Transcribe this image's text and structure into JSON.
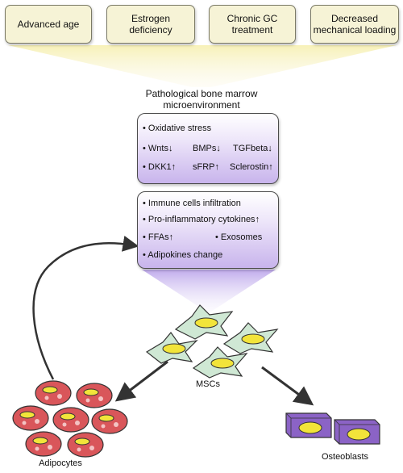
{
  "factors": [
    {
      "id": "age",
      "label": "Advanced age"
    },
    {
      "id": "estrogen",
      "label": "Estrogen\ndeficiency"
    },
    {
      "id": "gc",
      "label": "Chronic GC\ntreatment"
    },
    {
      "id": "loading",
      "label": "Decreased\nmechanical loading"
    }
  ],
  "microenvironment_title": "Pathological bone marrow\nmicroenvironment",
  "panel1": {
    "oxidative": "• Oxidative stress",
    "wnts": "• Wnts",
    "bmps": "BMPs",
    "tgfbeta": "TGFbeta",
    "dkk1": "• DKK1",
    "sfrp": "sFRP",
    "sclerostin": "Sclerostin"
  },
  "panel2": {
    "immune": "• Immune cells infiltration",
    "cytokines": "• Pro-inflammatory cytokines",
    "ffas": "• FFAs",
    "exosomes": "• Exosomes",
    "adipokines": "• Adipokines change"
  },
  "arrows": {
    "down": "↓",
    "up": "↑"
  },
  "cells": {
    "mscs": "MSCs",
    "adipocytes": "Adipocytes",
    "osteoblasts": "Osteoblasts"
  },
  "colors": {
    "factor_fill": "#f6f3d6",
    "panel_purple": "#c8b4ec",
    "msc_fill": "#cfe8d4",
    "nucleus_yellow": "#f2e43a",
    "adipocyte_red": "#d9565a",
    "osteoblast_purple": "#8b63c6"
  }
}
